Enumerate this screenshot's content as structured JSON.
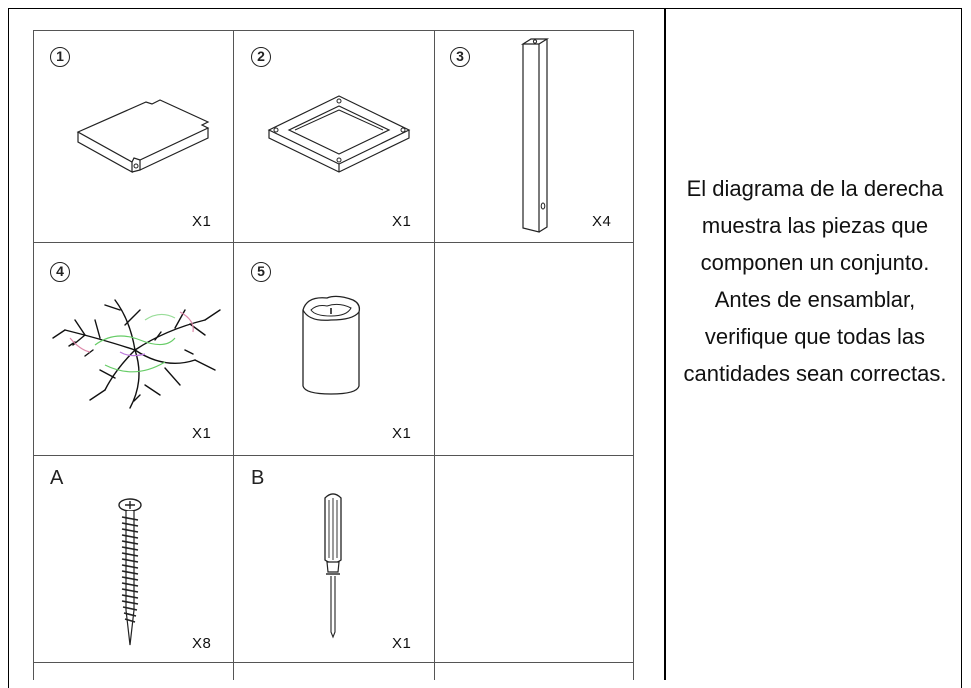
{
  "cells": {
    "c1": {
      "label": "1",
      "qty": "X1"
    },
    "c2": {
      "label": "2",
      "qty": "X1"
    },
    "c3": {
      "label": "3",
      "qty": "X4"
    },
    "c4": {
      "label": "4",
      "qty": "X1"
    },
    "c5": {
      "label": "5",
      "qty": "X1"
    },
    "cA": {
      "label": "A",
      "qty": "X8"
    },
    "cB": {
      "label": "B",
      "qty": "X1"
    }
  },
  "description": "El diagrama de la derecha muestra las piezas que componen un conjunto. Antes de ensamblar, verifique que todas las cantidades sean correctas."
}
